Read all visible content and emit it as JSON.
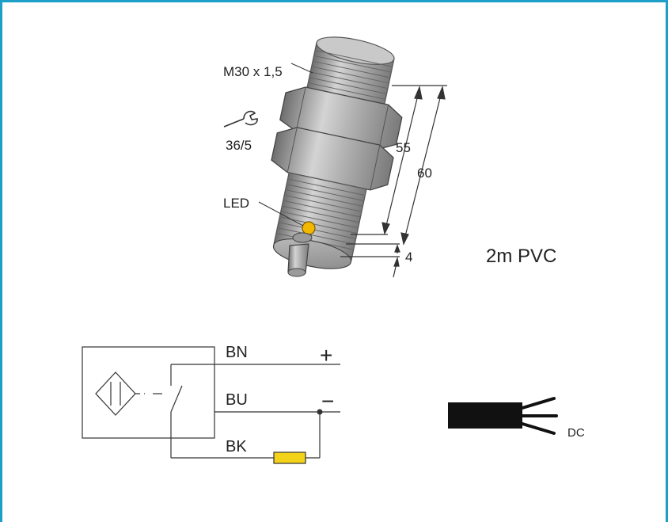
{
  "dimensions": {
    "thread": "M30 x 1,5",
    "wrench": "36/5",
    "length_55": "55",
    "length_60": "60",
    "length_4": "4"
  },
  "led_label": "LED",
  "cable_label": "2m PVC",
  "wiring": {
    "bn": "BN",
    "bu": "BU",
    "bk": "BK",
    "plus": "+",
    "minus": "−"
  },
  "supply_type": "DC",
  "colors": {
    "frame": "#1d9fc8",
    "led": "#f2b800",
    "load": "#f3d21a",
    "cable": "#111111"
  },
  "icons": [
    "wrench-icon",
    "sensor-symbol-icon",
    "cable-icon"
  ]
}
